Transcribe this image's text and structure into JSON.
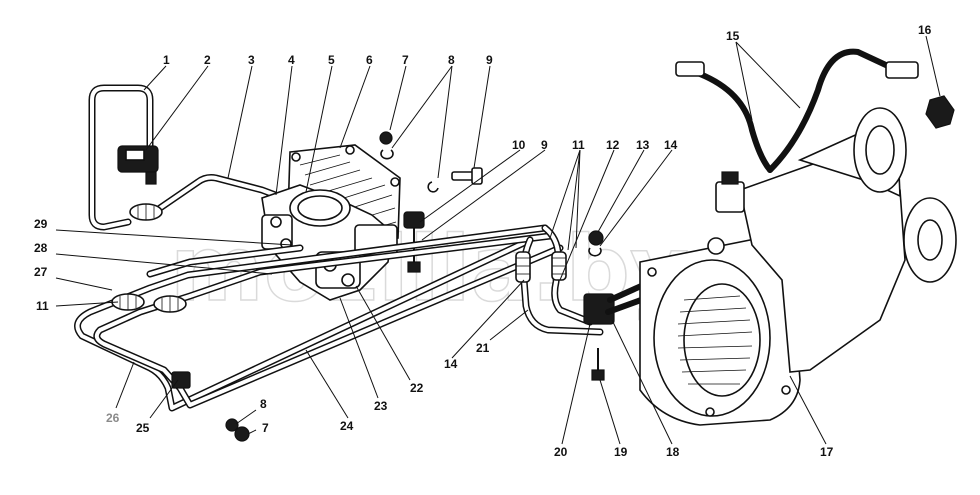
{
  "watermark": "mozilla.by",
  "callouts": [
    {
      "id": "c1",
      "text": "1"
    },
    {
      "id": "c2",
      "text": "2"
    },
    {
      "id": "c3",
      "text": "3"
    },
    {
      "id": "c4",
      "text": "4"
    },
    {
      "id": "c5",
      "text": "5"
    },
    {
      "id": "c6",
      "text": "6"
    },
    {
      "id": "c7a",
      "text": "7"
    },
    {
      "id": "c8a",
      "text": "8"
    },
    {
      "id": "c9a",
      "text": "9"
    },
    {
      "id": "c10",
      "text": "10"
    },
    {
      "id": "c9b",
      "text": "9"
    },
    {
      "id": "c11a",
      "text": "11"
    },
    {
      "id": "c12",
      "text": "12"
    },
    {
      "id": "c13",
      "text": "13"
    },
    {
      "id": "c14a",
      "text": "14"
    },
    {
      "id": "c15",
      "text": "15"
    },
    {
      "id": "c16",
      "text": "16"
    },
    {
      "id": "c29",
      "text": "29"
    },
    {
      "id": "c28",
      "text": "28"
    },
    {
      "id": "c27",
      "text": "27"
    },
    {
      "id": "c11b",
      "text": "11"
    },
    {
      "id": "c14b",
      "text": "14"
    },
    {
      "id": "c21",
      "text": "21"
    },
    {
      "id": "c22",
      "text": "22"
    },
    {
      "id": "c23",
      "text": "23"
    },
    {
      "id": "c24",
      "text": "24"
    },
    {
      "id": "c25",
      "text": "25"
    },
    {
      "id": "c26",
      "text": "26"
    },
    {
      "id": "c8b",
      "text": "8"
    },
    {
      "id": "c7b",
      "text": "7"
    },
    {
      "id": "c20",
      "text": "20"
    },
    {
      "id": "c19",
      "text": "19"
    },
    {
      "id": "c18",
      "text": "18"
    },
    {
      "id": "c17",
      "text": "17"
    }
  ]
}
